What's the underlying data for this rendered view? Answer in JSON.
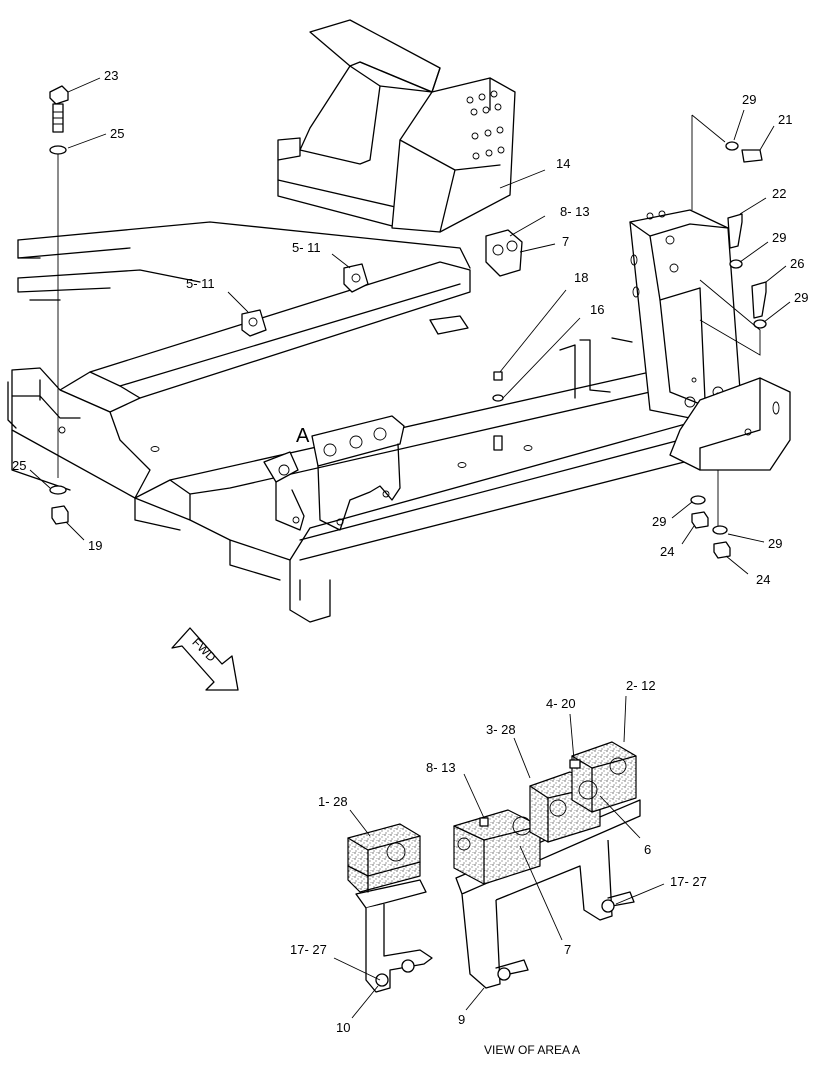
{
  "callouts": {
    "c23": "23",
    "c25a": "25",
    "c14": "14",
    "c8_13a": "8- 13",
    "c7a": "7",
    "c5_11a": "5- 11",
    "c5_11b": "5- 11",
    "c18": "18",
    "c16": "16",
    "c29a": "29",
    "c21": "21",
    "c22": "22",
    "c29b": "29",
    "c26": "26",
    "c29c": "29",
    "c25b": "25",
    "c19": "19",
    "c29d": "29",
    "c24a": "24",
    "c29e": "29",
    "c24b": "24",
    "area": "A",
    "c2_12": "2- 12",
    "c4_20": "4- 20",
    "c3_28": "3- 28",
    "c8_13b": "8- 13",
    "c1_28": "1- 28",
    "c6": "6",
    "c17_27a": "17- 27",
    "c7b": "7",
    "c17_27b": "17- 27",
    "c10": "10",
    "c9": "9"
  },
  "fwd_label": "FWD",
  "view_caption": "VIEW OF AREA  A"
}
